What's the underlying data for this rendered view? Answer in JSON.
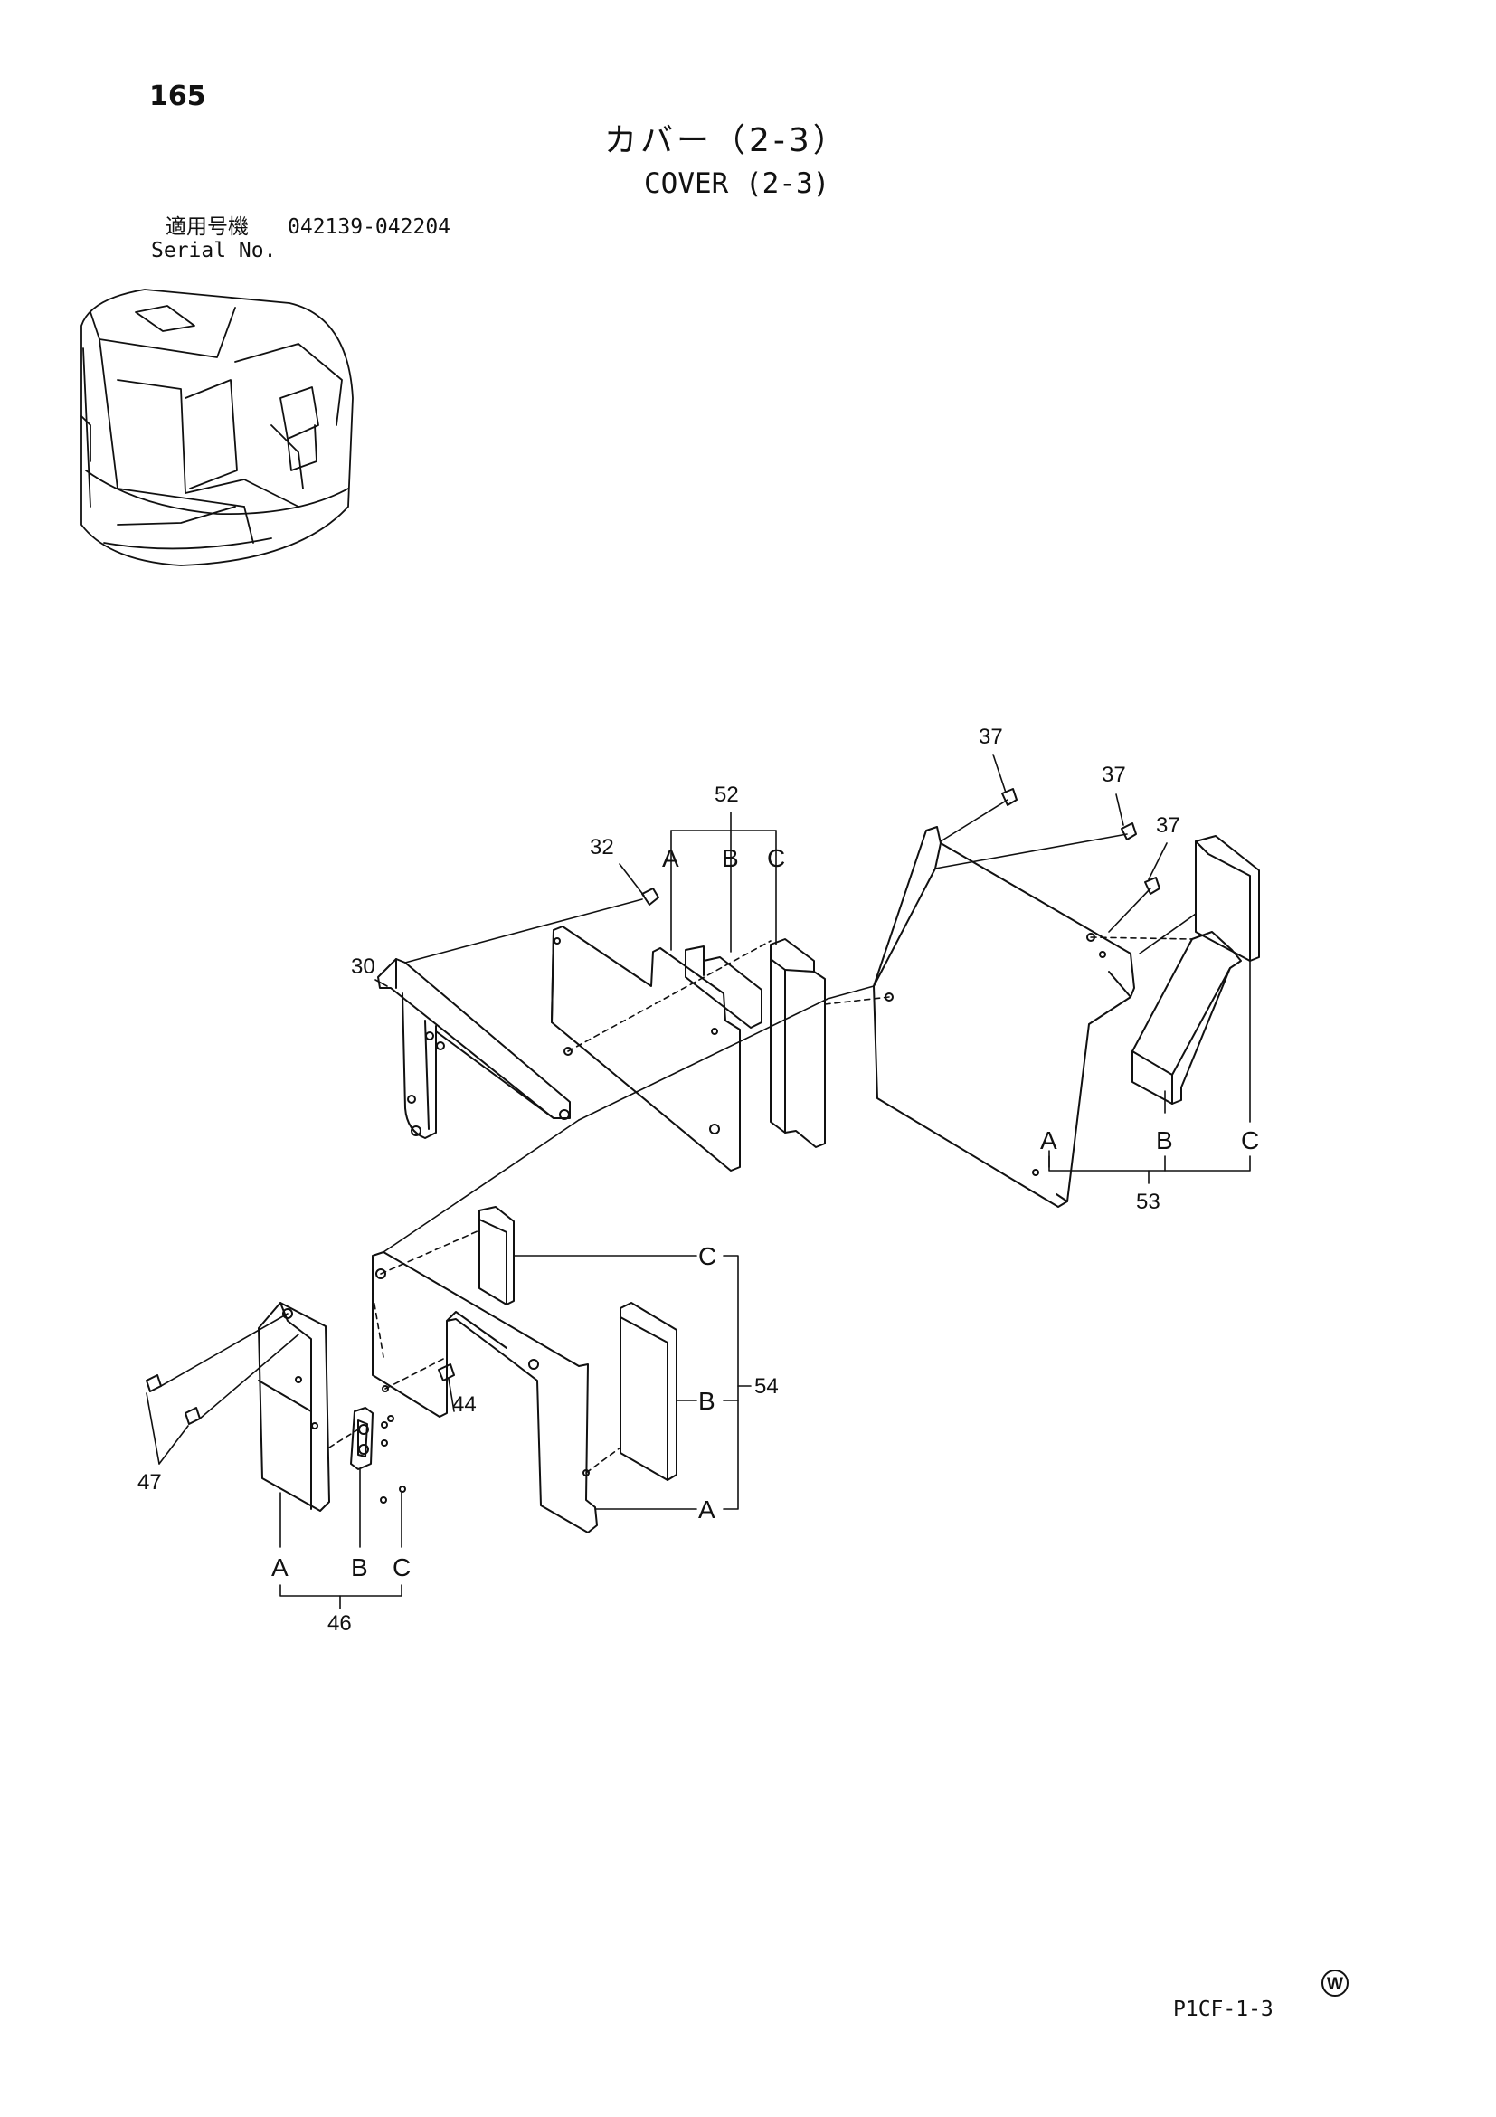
{
  "header": {
    "page_number": "165",
    "title_jp": "カバー（2-3）",
    "title_en": "COVER (2-3)",
    "serial_label_jp": "適用号機",
    "serial_value": "042139-042204",
    "serial_label_en": "Serial No."
  },
  "callouts": {
    "p30": "30",
    "p32": "32",
    "p37a": "37",
    "p37b": "37",
    "p37c": "37",
    "p44": "44",
    "p46": "46",
    "p47": "47",
    "p52": "52",
    "p53": "53",
    "p54": "54"
  },
  "sub_labels": {
    "A": "A",
    "B": "B",
    "C": "C"
  },
  "footer": {
    "w_mark": "W",
    "drawing_code": "P1CF-1-3"
  },
  "colors": {
    "line": "#111111",
    "paper": "#ffffff"
  }
}
